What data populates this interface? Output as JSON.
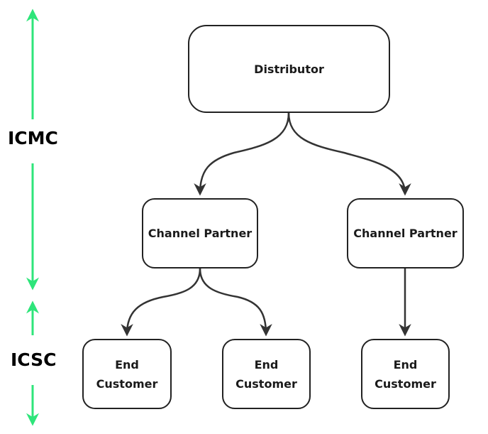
{
  "nodes": {
    "distributor": "Distributor",
    "channel_partner_left": "Channel Partner",
    "channel_partner_right": "Channel Partner",
    "end_customer_1": [
      "End",
      "Customer"
    ],
    "end_customer_2": [
      "End",
      "Customer"
    ],
    "end_customer_3": [
      "End",
      "Customer"
    ]
  },
  "levels": {
    "upper": "ICMC",
    "lower": "ICSC"
  },
  "colors": {
    "level_arrow": "#2ee57a",
    "connector": "#333333",
    "box_border": "#222222"
  }
}
